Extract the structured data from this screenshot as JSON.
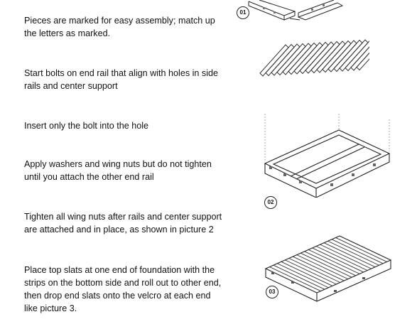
{
  "steps": [
    "Pieces are marked for easy assembly; match up the letters as marked.",
    "Start bolts on end rail that align with holes in side rails and center support",
    "Insert only the bolt into the hole",
    "Apply washers and wing nuts but do not tighten until you attach the other end rail",
    "Tighten all wing nuts after rails and center support are attached and in place, as shown in picture 2",
    "Place top slats at one end of foundation  with the strips on the bottom side and roll out to other end, then drop end slats onto the velcro at each end like picture 3."
  ],
  "figures": {
    "badge_1": "01",
    "badge_2": "02",
    "badge_3": "03"
  }
}
